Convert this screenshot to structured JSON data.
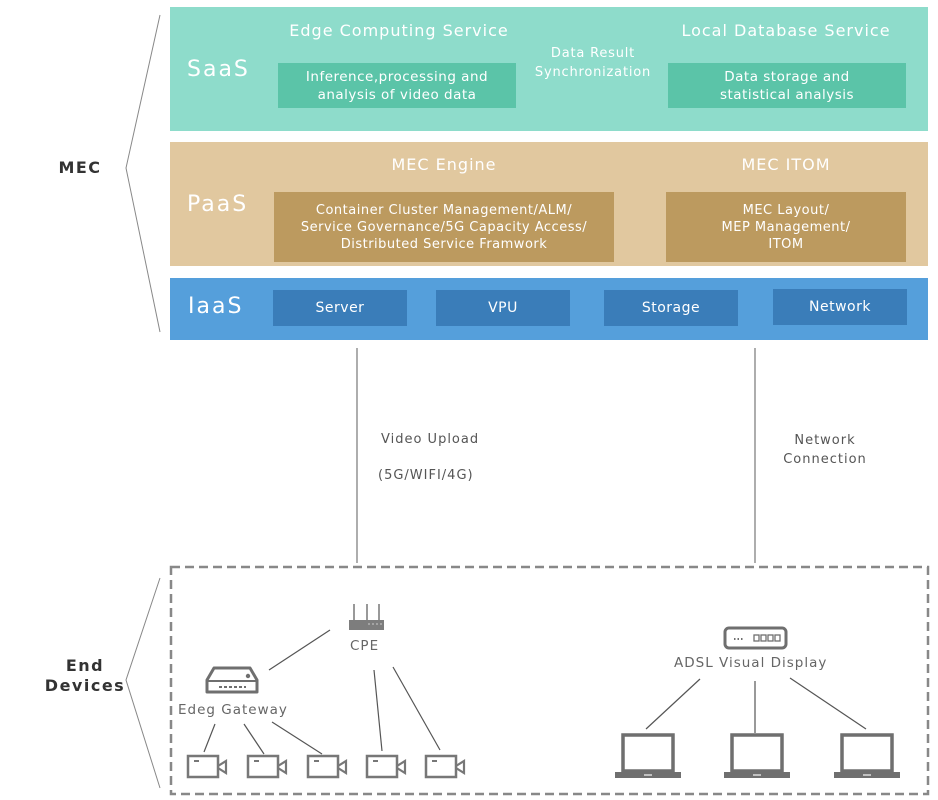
{
  "side_labels": {
    "mec": "MEC",
    "end_devices_line1": "End",
    "end_devices_line2": "Devices"
  },
  "saas": {
    "label": "SaaS",
    "color": "#8edccb",
    "box_color": "#5bc4a8",
    "edge_service": {
      "title": "Edge Computing Service",
      "box_line1": "Inference,processing and",
      "box_line2": "analysis of video data"
    },
    "sync": {
      "line1": "Data Result",
      "line2": "Synchronization"
    },
    "db_service": {
      "title": "Local Database Service",
      "box_line1": "Data storage and",
      "box_line2": "statistical analysis"
    }
  },
  "paas": {
    "label": "PaaS",
    "color": "#e1c89f",
    "box_color": "#bc9a5f",
    "engine": {
      "title": "MEC Engine",
      "box_line1": "Container Cluster Management/ALM/",
      "box_line2": "Service Governance/5G Capacity Access/",
      "box_line3": "Distributed Service Framwork"
    },
    "itom": {
      "title": "MEC ITOM",
      "box_line1": "MEC Layout/",
      "box_line2": "MEP Management/",
      "box_line3": "ITOM"
    }
  },
  "iaas": {
    "label": "IaaS",
    "color": "#559fdb",
    "box_color": "#3a7db9",
    "items": [
      "Server",
      "VPU",
      "Storage",
      "Network"
    ]
  },
  "connections": {
    "video_upload": "Video Upload",
    "video_upload_sub": "(5G/WIFI/4G)",
    "network_line1": "Network",
    "network_line2": "Connection"
  },
  "end_devices": {
    "cpe": "CPE",
    "gateway": "Edeg Gateway",
    "adsl": "ADSL Visual Display",
    "camera_count": 5,
    "laptop_count": 3
  }
}
